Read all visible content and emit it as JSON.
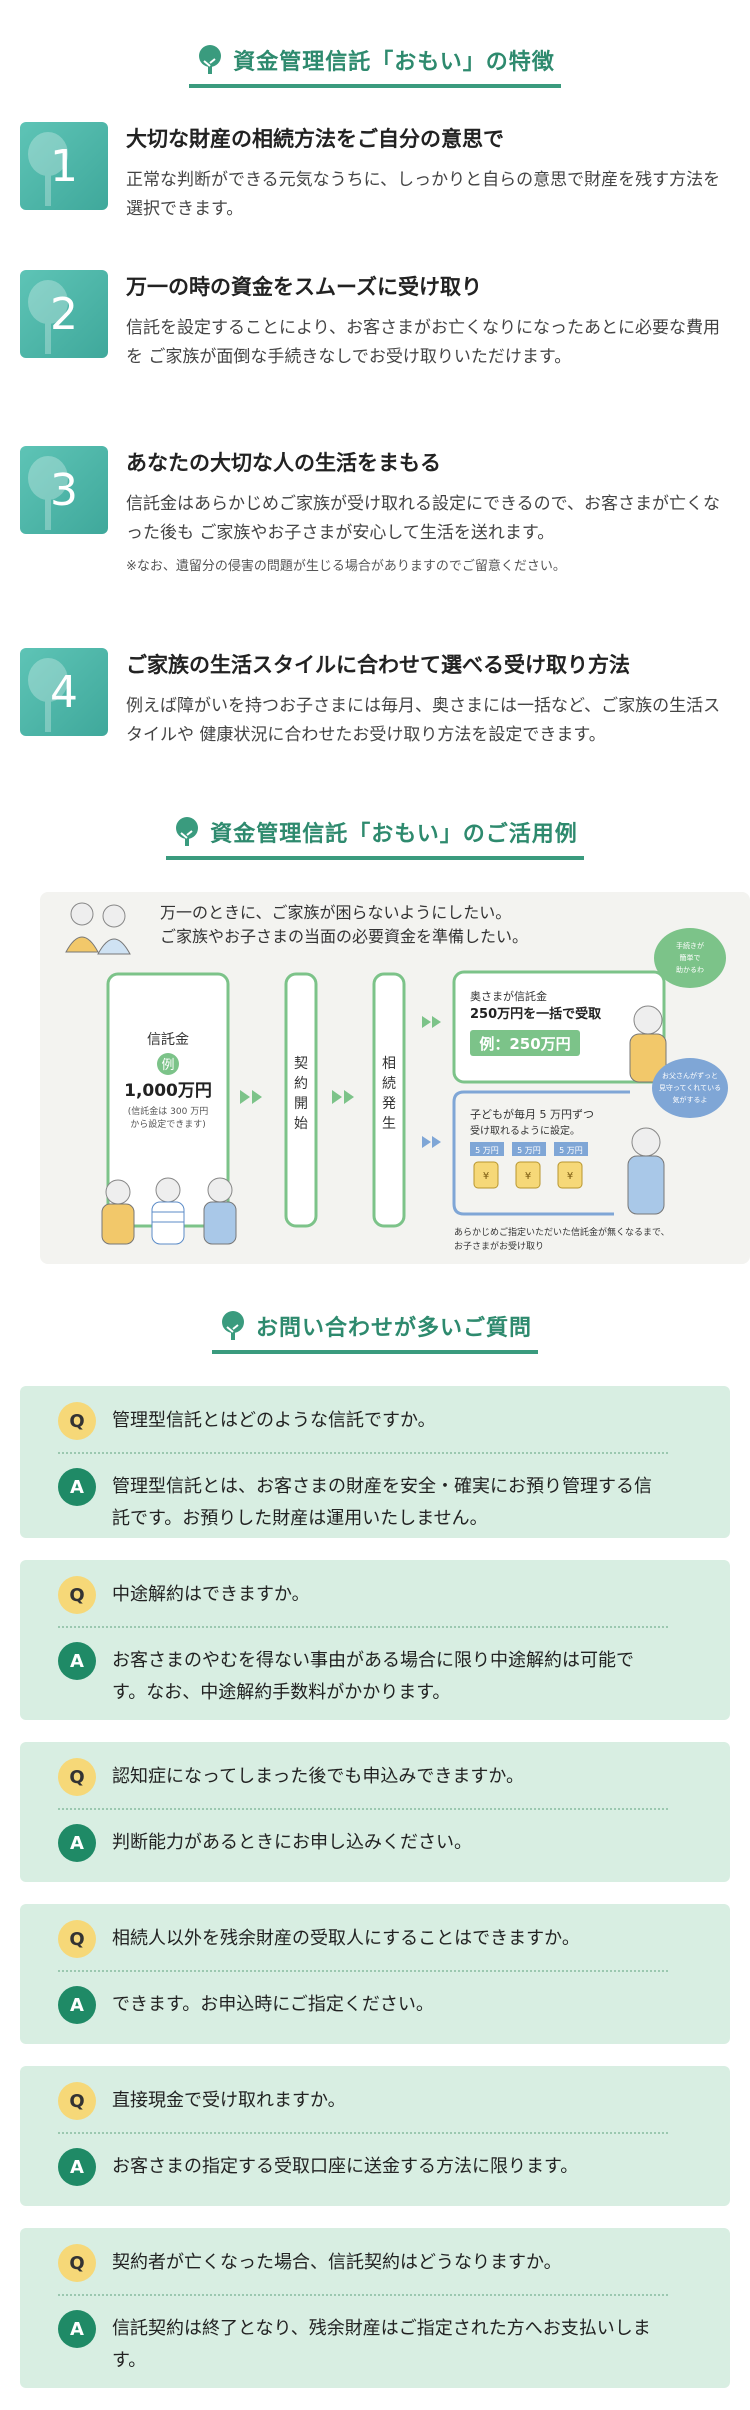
{
  "sections": {
    "features_heading": "資金管理信託「おもい」の特徴",
    "example_heading": "資金管理信託「おもい」のご活用例",
    "faq_heading": "お問い合わせが多いご質問"
  },
  "features": [
    {
      "num": "1",
      "title": "大切な財産の相続方法をご自分の意思で",
      "desc": "正常な判断ができる元気なうちに、しっかりと自らの意思で財産を残す方法を選択できます。",
      "note": ""
    },
    {
      "num": "2",
      "title": "万一の時の資金をスムーズに受け取り",
      "desc": "信託を設定することにより、お客さまがお亡くなりになったあとに必要な費用を ご家族が面倒な手続きなしでお受け取りいただけます。",
      "note": ""
    },
    {
      "num": "3",
      "title": "あなたの大切な人の生活をまもる",
      "desc": "信託金はあらかじめご家族が受け取れる設定にできるので、お客さまが亡くなった後も ご家族やお子さまが安心して生活を送れます。",
      "note": "※なお、遺留分の侵害の問題が生じる場合がありますのでご留意ください。"
    },
    {
      "num": "4",
      "title": "ご家族の生活スタイルに合わせて選べる受け取り方法",
      "desc": "例えば障がいを持つお子さまには毎月、奥さまには一括など、ご家族の生活スタイルや 健康状況に合わせたお受け取り方法を設定できます。",
      "note": ""
    }
  ],
  "example": {
    "intro1": "万一のときに、ご家族が困らないようにしたい。",
    "intro2": "ご家族やお子さまの当面の必要資金を準備したい。",
    "trust_label": "信託金",
    "rei": "例",
    "trust_amount": "1,000万円",
    "trust_note1": "(信託金は 300 万円",
    "trust_note2": "から設定できます)",
    "step1": [
      "契",
      "約",
      "開",
      "始"
    ],
    "step2": [
      "相",
      "続",
      "発",
      "生"
    ],
    "wife_line1": "奥さまが信託金",
    "wife_line2": "250万円を一括で受取",
    "wife_example": "例：250万円",
    "wife_bubble": [
      "手続きが",
      "簡単で",
      "助かるわ"
    ],
    "child_line1": "子どもが毎月 5 万円ずつ",
    "child_line2": "受け取れるように設定。",
    "tags": [
      "5 万円",
      "5 万円",
      "5 万円"
    ],
    "coin_mark": "¥",
    "child_bubble": [
      "お父さんがずっと",
      "見守ってくれている",
      "気がするよ"
    ],
    "footnote1": "あらかじめご指定いただいた信託金が無くなるまで、",
    "footnote2": "お子さまがお受け取り"
  },
  "faq": [
    {
      "q": "管理型信託とはどのような信託ですか。",
      "a": "管理型信託とは、お客さまの財産を安全・確実にお預り管理する信託です。お預りした財産は運用いたしません。"
    },
    {
      "q": "中途解約はできますか。",
      "a": "お客さまのやむを得ない事由がある場合に限り中途解約は可能です。なお、中途解約手数料がかかります。"
    },
    {
      "q": "認知症になってしまった後でも申込みできますか。",
      "a": "判断能力があるときにお申し込みください。"
    },
    {
      "q": " 相続人以外を残余財産の受取人にすることはできますか。",
      "a": "できます。お申込時にご指定ください。"
    },
    {
      "q": "直接現金で受け取れますか。",
      "a": "お客さまの指定する受取口座に送金する方法に限ります。"
    },
    {
      "q": "契約者が亡くなった場合、信託契約はどうなりますか。",
      "a": "信託契約は終了となり、残余財産はご指定された方へお支払いします。"
    }
  ],
  "badges": {
    "q": "Q",
    "a": "A"
  },
  "colors": {
    "accent": "#3a9b7e",
    "number_box": "#4fb5a8",
    "faq_bg": "#d8eee2",
    "q_badge": "#f6d878",
    "a_badge": "#1f8a66",
    "flow_green": "#7cc389",
    "flow_blue": "#7fa6d6"
  }
}
